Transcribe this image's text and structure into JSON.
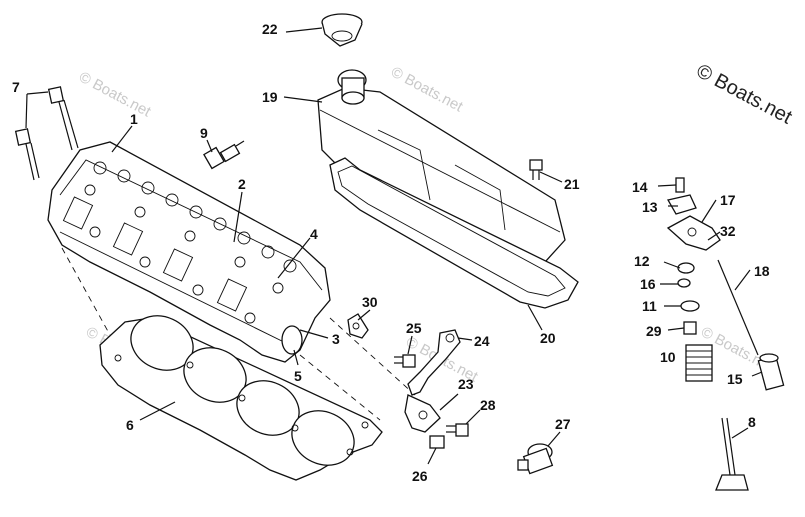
{
  "watermark": {
    "corner": "© Boats.net",
    "faint": "© Boats.net"
  },
  "callouts": {
    "c1": "1",
    "c2": "2",
    "c3": "3",
    "c4": "4",
    "c5": "5",
    "c6": "6",
    "c7": "7",
    "c8": "8",
    "c9": "9",
    "c10": "10",
    "c11": "11",
    "c12": "12",
    "c13": "13",
    "c14": "14",
    "c15": "15",
    "c16": "16",
    "c17": "17",
    "c18": "18",
    "c19": "19",
    "c20": "20",
    "c21": "21",
    "c22": "22",
    "c23": "23",
    "c24": "24",
    "c25": "25",
    "c26": "26",
    "c27": "27",
    "c28": "28",
    "c29": "29",
    "c30": "30",
    "c32": "32"
  }
}
